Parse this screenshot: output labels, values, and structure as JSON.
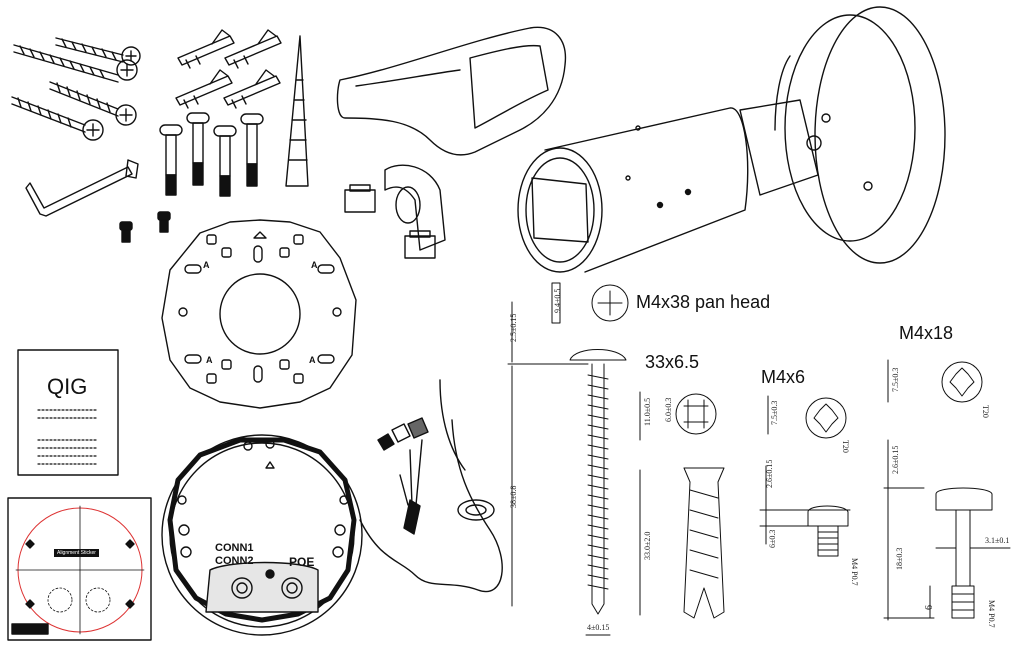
{
  "labels": {
    "m4x38": "M4x38 pan head",
    "anchor": "33x6.5",
    "m4x6": "M4x6",
    "m4x18": "M4x18",
    "qig": "QIG",
    "sticker": "Alignment Sticker",
    "conn1": "CONN1",
    "conn2": "CONN2",
    "poe": "POE",
    "plate_mark_a": "A"
  },
  "dims": {
    "head_dia_38": "9.4±0.5",
    "head_h_38": "2.5±0.15",
    "len_38": "38±0.8",
    "shank_38": "4±0.15",
    "anchor_d1": "6.0±0.3",
    "anchor_d2": "11.0±0.5",
    "anchor_len": "33.0±2.0",
    "m4x6_dia": "7.5±0.3",
    "m4x6_head": "2.6±0.15",
    "m4x6_len": "6±0.3",
    "m4x6_thread": "M4 P0.7",
    "t20_a": "T20",
    "t20_b": "T20",
    "m4x18_dia": "7.5±0.3",
    "m4x18_head": "2.6±0.15",
    "m4x18_len": "18±0.3",
    "m4x18_shank": "3.1±0.1",
    "m4x18_thread_len": "6",
    "m4x18_thread": "M4 P0.7"
  }
}
